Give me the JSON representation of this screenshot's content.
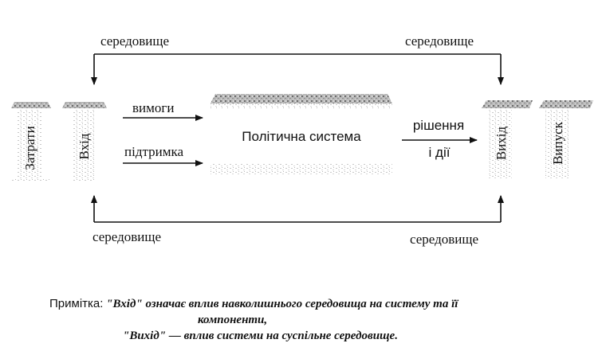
{
  "environment": {
    "top_left": "середовище",
    "top_right": "середовище",
    "bottom_left": "середовище",
    "bottom_right": "середовище"
  },
  "blocks": {
    "zatraty": "Затрати",
    "vkhid": "Вхід",
    "system": "Політична система",
    "vykhid": "Вихід",
    "vypusk": "Випуск"
  },
  "arrows": {
    "demands": "вимоги",
    "support": "підтримка",
    "decisions_line1": "рішення",
    "decisions_line2": "і дії"
  },
  "note": {
    "prefix": "Примітка:",
    "line1": "\"Вхід\" означає вплив навколишнього середовища на систему та її",
    "line2": "компоненти,",
    "line3": "\"Вихід\" — вплив  системи на суспільне середовище."
  }
}
